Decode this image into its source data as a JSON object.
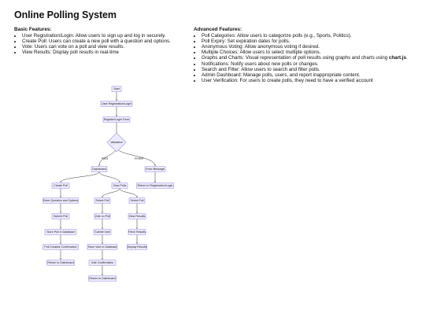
{
  "title": "Online Polling System",
  "basic": {
    "heading": "Basic Features:",
    "items": [
      "User Registration/Login: Allow users to sign up and log in securely.",
      "Create Poll: Users can create a new poll with a question and options.",
      "Vote: Users can vote on a poll and view results.",
      "View Results: Display poll results in real-time"
    ]
  },
  "advanced": {
    "heading": "Advanced Features:",
    "items": [
      "Poll Categories: Allow users to categorize polls (e.g., Sports, Politics).",
      "Poll Expiry: Set expiration dates for polls.",
      "Anonymous Voting: Allow anonymous voting if desired.",
      "Multiple Choices: Allow users to select multiple options."
    ],
    "charts_item_prefix": "Graphs and Charts: Visual representation of poll results using graphs and charts using ",
    "charts_item_bold": "chart.js",
    "charts_item_suffix": ".",
    "items_after": [
      "Notifications: Notify users about new polls or changes.",
      "Search and Filter: Allow users to search and filter polls.",
      "Admin Dashboard: Manage polls, users, and report inappropriate content.",
      "User Verification: For users to create polls, they need to have a verified account"
    ]
  },
  "flowchart": {
    "nodes": {
      "start": "Start",
      "reg": "User Registration/Login",
      "form": "Register/Login Form",
      "validation": "Validation",
      "dashboard": "Dashboard",
      "error": "Error Message",
      "create": "Create Poll",
      "viewpolls": "View Polls",
      "returnreg": "Return to Registration/Login",
      "enterq": "Enter Question and Options",
      "selectpoll1": "Select Poll",
      "selectpoll2": "Select Poll",
      "submitpoll": "Submit Poll",
      "voteonpoll": "Vote on Poll",
      "viewresults": "View Results",
      "storepoll": "Store Poll in Database",
      "submitvote": "Submit Vote",
      "fetchresults": "Fetch Results",
      "pollcreated": "Poll Created Confirmation",
      "storevote": "Store Vote in Database",
      "displayresults": "Display Results",
      "returndash1": "Return to Dashboard",
      "voteconf": "Vote Confirmation",
      "returndash2": "Return to Dashboard"
    },
    "edge_labels": {
      "valid": "Valid",
      "invalid": "Invalid"
    }
  }
}
